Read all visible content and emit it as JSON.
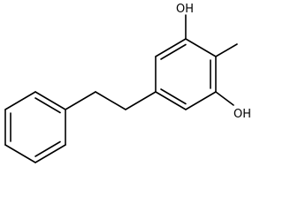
{
  "molecule": {
    "atom_labels": {
      "hydroxyl_top": "OH",
      "hydroxyl_bottom": "OH"
    },
    "substituents": [
      "hydroxyl",
      "methyl",
      "hydroxyl",
      "phenethyl"
    ],
    "line_color": "#000000",
    "background": "#ffffff"
  }
}
